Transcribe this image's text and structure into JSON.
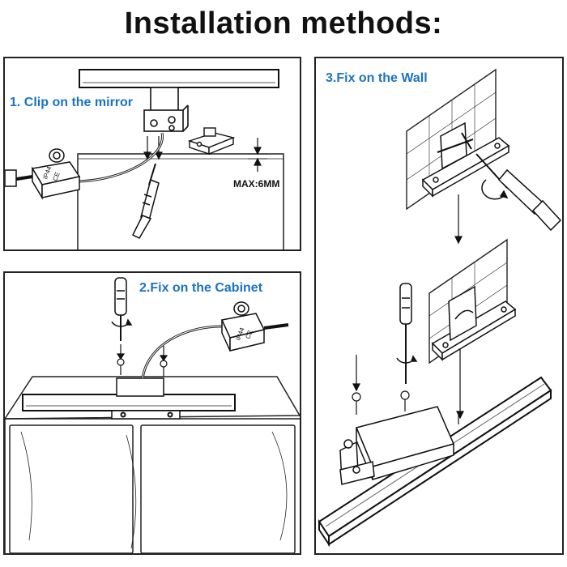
{
  "title": "Installation methods:",
  "accent_color": "#1a73c4",
  "methods": [
    {
      "label": "1. Clip on the mirror",
      "note": "MAX:6MM",
      "icons": [
        "light-bar-icon",
        "clip-bracket-icon",
        "driver-box-icon",
        "screwdriver-icon",
        "fastener-clip-icon"
      ]
    },
    {
      "label": "2.Fix on the Cabinet",
      "icons": [
        "screwdriver-icon",
        "screw-icon",
        "driver-box-icon",
        "light-bar-icon",
        "cabinet-icon"
      ]
    },
    {
      "label": "3.Fix on the Wall",
      "icons": [
        "tiled-wall-icon",
        "wall-plate-icon",
        "screwdriver-icon",
        "screw-icon",
        "light-bar-icon"
      ]
    }
  ],
  "driver_box_marks": [
    "CE",
    "IP44"
  ]
}
